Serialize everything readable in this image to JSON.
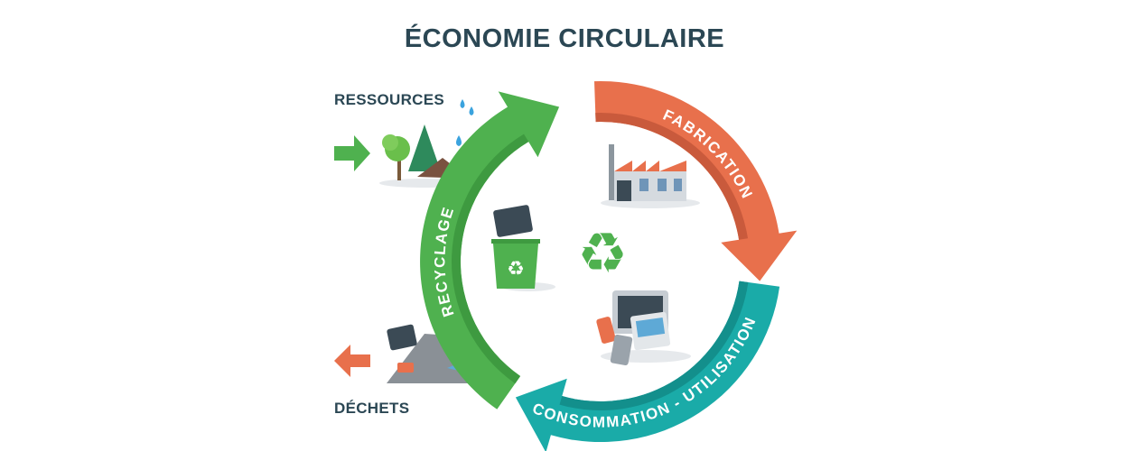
{
  "title": "ÉCONOMIE CIRCULAIRE",
  "inputs": {
    "resources_label": "RESSOURCES",
    "waste_label": "DÉCHETS"
  },
  "cycle": [
    {
      "label": "FABRICATION",
      "color": "#e8704c",
      "shade": "#c95a3c"
    },
    {
      "label": "CONSOMMATION - UTILISATION",
      "color": "#1aaba8",
      "shade": "#138f8c"
    },
    {
      "label": "RECYCLAGE",
      "color": "#4fb14f",
      "shade": "#3e9a40"
    }
  ],
  "colors": {
    "text": "#2b4754",
    "resource_arrow": "#4fb14f",
    "waste_arrow": "#e8704c"
  }
}
